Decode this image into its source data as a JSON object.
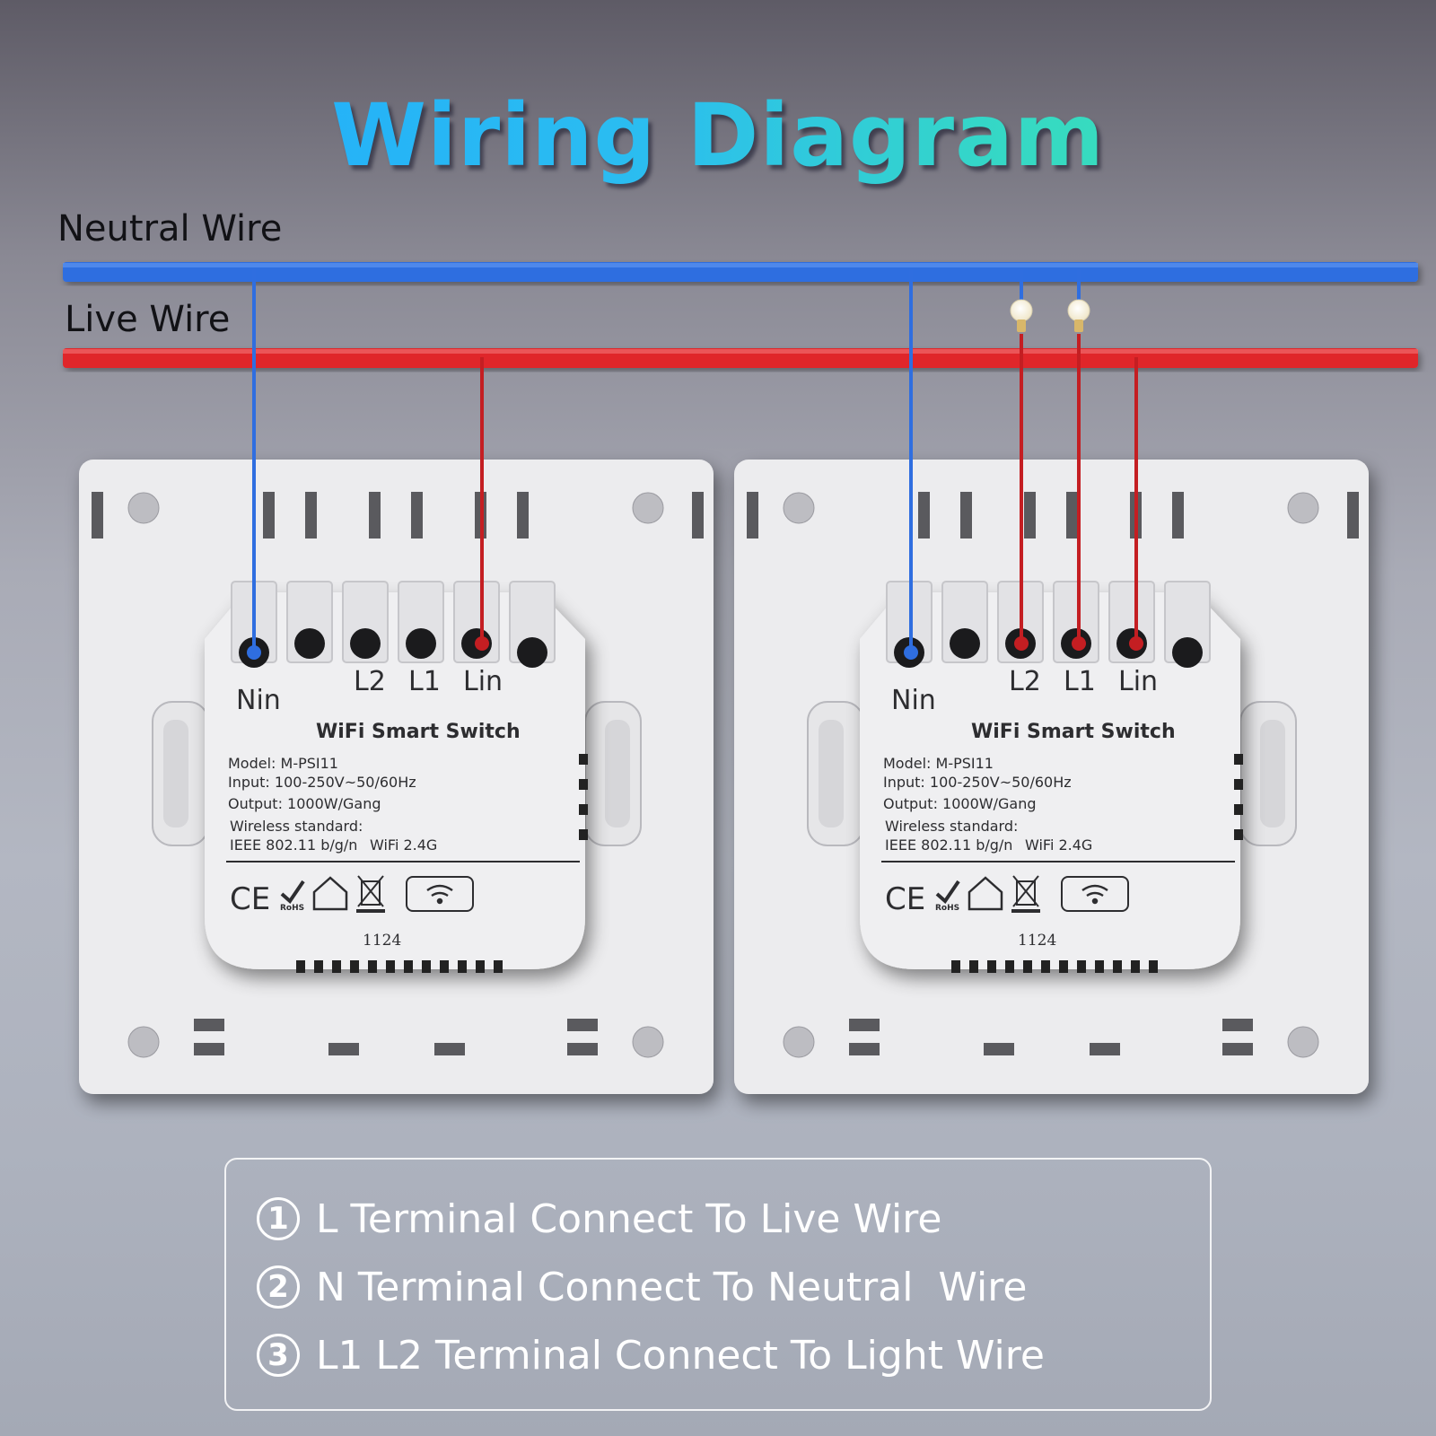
{
  "title": "Wiring Diagram",
  "wires": {
    "neutral_label": "Neutral Wire",
    "live_label": "Live Wire",
    "neutral_color": "#2f6ee0",
    "live_color": "#e0262a"
  },
  "devices": [
    {
      "terminals": {
        "nin": "Nin",
        "l2": "L2",
        "l1": "L1",
        "lin": "Lin"
      },
      "brand": "WiFi Smart Switch",
      "specs": [
        "Model: M-PSI11",
        "Input: 100-250V~50/60Hz",
        "Output: 1000W/Gang",
        "Wireless standard:",
        "IEEE 802.11 b/g/n",
        "WiFi 2.4G"
      ],
      "certifications": [
        "CE",
        "RoHS"
      ],
      "code": "1124"
    },
    {
      "terminals": {
        "nin": "Nin",
        "l2": "L2",
        "l1": "L1",
        "lin": "Lin"
      },
      "brand": "WiFi Smart Switch",
      "specs": [
        "Model: M-PSI11",
        "Input: 100-250V~50/60Hz",
        "Output: 1000W/Gang",
        "Wireless standard:",
        "IEEE 802.11 b/g/n",
        "WiFi 2.4G"
      ],
      "certifications": [
        "CE",
        "RoHS"
      ],
      "code": "1124"
    }
  ],
  "instructions": [
    {
      "num": "1",
      "text": "L Terminal Connect To Live Wire"
    },
    {
      "num": "2",
      "text": "N Terminal Connect To Neutral  Wire"
    },
    {
      "num": "3",
      "text": "L1 L2 Terminal Connect To Light Wire"
    }
  ]
}
